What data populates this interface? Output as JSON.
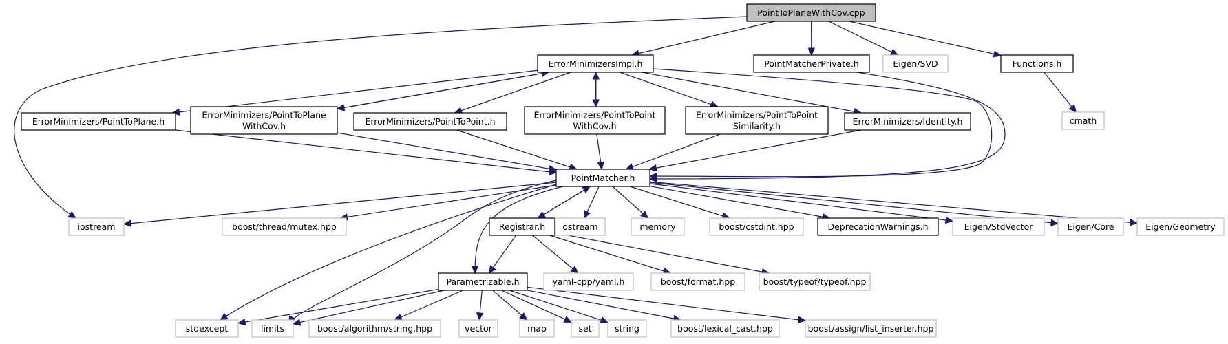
{
  "graph": {
    "title": "PointToPlaneWithCov.cpp include dependency graph",
    "edge_color": "#191970",
    "root_fill": "#bfbfbf",
    "external_border": "#bfbfbf",
    "nodes": [
      {
        "id": "root",
        "label": [
          "PointToPlaneWithCov.cpp"
        ],
        "kind": "root"
      },
      {
        "id": "emimpl",
        "label": [
          "ErrorMinimizersImpl.h"
        ],
        "kind": "internal"
      },
      {
        "id": "pmpriv",
        "label": [
          "PointMatcherPrivate.h"
        ],
        "kind": "internal"
      },
      {
        "id": "svd",
        "label": [
          "Eigen/SVD"
        ],
        "kind": "external"
      },
      {
        "id": "functions",
        "label": [
          "Functions.h"
        ],
        "kind": "internal"
      },
      {
        "id": "cmath",
        "label": [
          "cmath"
        ],
        "kind": "external"
      },
      {
        "id": "p2plane",
        "label": [
          "ErrorMinimizers/PointToPlane.h"
        ],
        "kind": "internal"
      },
      {
        "id": "p2planecov",
        "label": [
          "ErrorMinimizers/PointToPlane",
          "WithCov.h"
        ],
        "kind": "internal"
      },
      {
        "id": "p2point",
        "label": [
          "ErrorMinimizers/PointToPoint.h"
        ],
        "kind": "internal"
      },
      {
        "id": "p2pointcov",
        "label": [
          "ErrorMinimizers/PointToPoint",
          "WithCov.h"
        ],
        "kind": "internal"
      },
      {
        "id": "p2pointsim",
        "label": [
          "ErrorMinimizers/PointToPoint",
          "Similarity.h"
        ],
        "kind": "internal"
      },
      {
        "id": "identity",
        "label": [
          "ErrorMinimizers/Identity.h"
        ],
        "kind": "internal"
      },
      {
        "id": "pm",
        "label": [
          "PointMatcher.h"
        ],
        "kind": "internal"
      },
      {
        "id": "iostream",
        "label": [
          "iostream"
        ],
        "kind": "external"
      },
      {
        "id": "mutex",
        "label": [
          "boost/thread/mutex.hpp"
        ],
        "kind": "external"
      },
      {
        "id": "registrar",
        "label": [
          "Registrar.h"
        ],
        "kind": "internal"
      },
      {
        "id": "ostream",
        "label": [
          "ostream"
        ],
        "kind": "external"
      },
      {
        "id": "memory",
        "label": [
          "memory"
        ],
        "kind": "external"
      },
      {
        "id": "cstdint",
        "label": [
          "boost/cstdint.hpp"
        ],
        "kind": "external"
      },
      {
        "id": "deprec",
        "label": [
          "DeprecationWarnings.h"
        ],
        "kind": "internal"
      },
      {
        "id": "stdvector",
        "label": [
          "Eigen/StdVector"
        ],
        "kind": "external"
      },
      {
        "id": "core",
        "label": [
          "Eigen/Core"
        ],
        "kind": "external"
      },
      {
        "id": "geometry",
        "label": [
          "Eigen/Geometry"
        ],
        "kind": "external"
      },
      {
        "id": "param",
        "label": [
          "Parametrizable.h"
        ],
        "kind": "internal"
      },
      {
        "id": "yaml",
        "label": [
          "yaml-cpp/yaml.h"
        ],
        "kind": "external"
      },
      {
        "id": "format",
        "label": [
          "boost/format.hpp"
        ],
        "kind": "external"
      },
      {
        "id": "typeof",
        "label": [
          "boost/typeof/typeof.hpp"
        ],
        "kind": "external"
      },
      {
        "id": "stdexcept",
        "label": [
          "stdexcept"
        ],
        "kind": "external"
      },
      {
        "id": "limits",
        "label": [
          "limits"
        ],
        "kind": "external"
      },
      {
        "id": "algostring",
        "label": [
          "boost/algorithm/string.hpp"
        ],
        "kind": "external"
      },
      {
        "id": "vector",
        "label": [
          "vector"
        ],
        "kind": "external"
      },
      {
        "id": "map",
        "label": [
          "map"
        ],
        "kind": "external"
      },
      {
        "id": "set",
        "label": [
          "set"
        ],
        "kind": "external"
      },
      {
        "id": "string",
        "label": [
          "string"
        ],
        "kind": "external"
      },
      {
        "id": "lexcast",
        "label": [
          "boost/lexical_cast.hpp"
        ],
        "kind": "external"
      },
      {
        "id": "listins",
        "label": [
          "boost/assign/list_inserter.hpp"
        ],
        "kind": "external"
      }
    ],
    "edges": [
      [
        "root",
        "iostream"
      ],
      [
        "root",
        "emimpl"
      ],
      [
        "root",
        "pmpriv"
      ],
      [
        "root",
        "svd"
      ],
      [
        "root",
        "functions"
      ],
      [
        "functions",
        "cmath"
      ],
      [
        "emimpl",
        "p2plane"
      ],
      [
        "emimpl",
        "p2planecov"
      ],
      [
        "p2planecov",
        "emimpl"
      ],
      [
        "emimpl",
        "p2point"
      ],
      [
        "emimpl",
        "p2pointcov"
      ],
      [
        "p2pointcov",
        "emimpl"
      ],
      [
        "emimpl",
        "p2pointsim"
      ],
      [
        "emimpl",
        "identity"
      ],
      [
        "emimpl",
        "pm"
      ],
      [
        "pmpriv",
        "pm"
      ],
      [
        "p2plane",
        "pm"
      ],
      [
        "p2planecov",
        "pm"
      ],
      [
        "p2point",
        "pm"
      ],
      [
        "p2pointcov",
        "pm"
      ],
      [
        "p2pointsim",
        "pm"
      ],
      [
        "identity",
        "pm"
      ],
      [
        "pm",
        "iostream"
      ],
      [
        "pm",
        "mutex"
      ],
      [
        "pm",
        "stdexcept"
      ],
      [
        "pm",
        "limits"
      ],
      [
        "pm",
        "param"
      ],
      [
        "pm",
        "registrar"
      ],
      [
        "registrar",
        "pm"
      ],
      [
        "pm",
        "ostream"
      ],
      [
        "pm",
        "memory"
      ],
      [
        "pm",
        "cstdint"
      ],
      [
        "pm",
        "deprec"
      ],
      [
        "pm",
        "stdvector"
      ],
      [
        "pm",
        "core"
      ],
      [
        "pm",
        "geometry"
      ],
      [
        "registrar",
        "param"
      ],
      [
        "registrar",
        "yaml"
      ],
      [
        "registrar",
        "format"
      ],
      [
        "registrar",
        "typeof"
      ],
      [
        "param",
        "stdexcept"
      ],
      [
        "param",
        "limits"
      ],
      [
        "param",
        "algostring"
      ],
      [
        "param",
        "vector"
      ],
      [
        "param",
        "map"
      ],
      [
        "param",
        "set"
      ],
      [
        "param",
        "string"
      ],
      [
        "param",
        "lexcast"
      ],
      [
        "param",
        "listins"
      ]
    ]
  }
}
